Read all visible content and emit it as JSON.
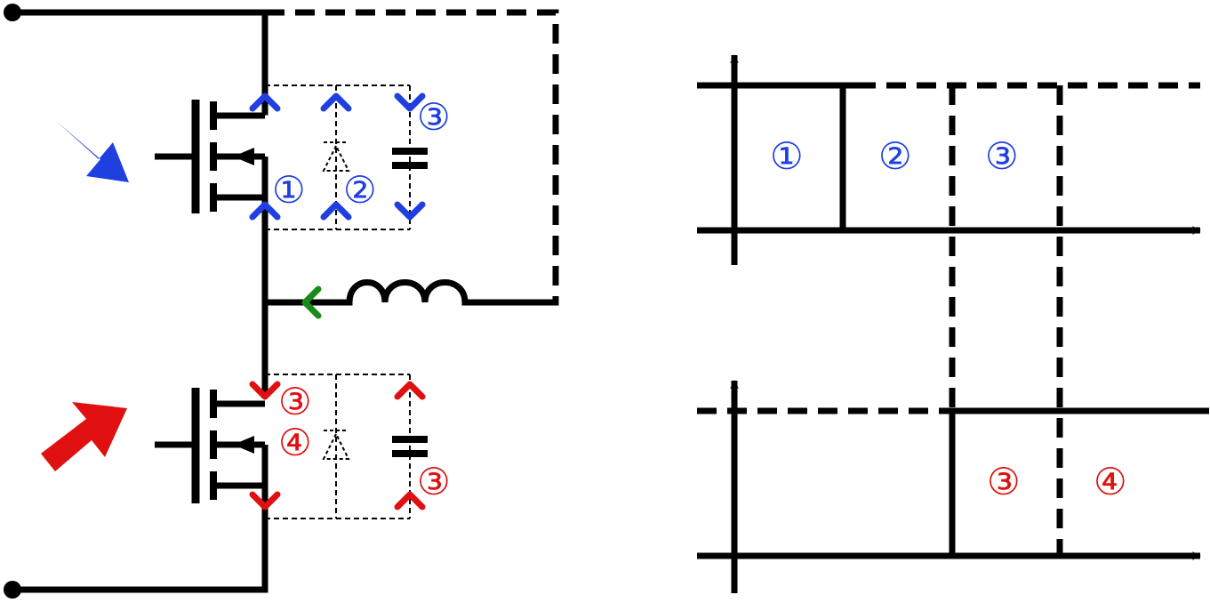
{
  "colors": {
    "line": "#000000",
    "blue": "#1f3fe0",
    "red": "#e01010",
    "green": "#1a8a1a"
  },
  "icons": {
    "upper_gate_arrow": "arrow-right-down-icon",
    "lower_gate_arrow": "arrow-right-up-icon",
    "inductor_current_arrow": "chevron-left-icon"
  },
  "circuit": {
    "upper_labels": {
      "channel": "①",
      "diode": "②",
      "cap": "③"
    },
    "lower_labels": {
      "channel": "③",
      "diode": "④",
      "cap": "③"
    }
  },
  "timing": {
    "upper_labels": [
      "①",
      "②",
      "③"
    ],
    "lower_labels": [
      "③",
      "④"
    ]
  }
}
